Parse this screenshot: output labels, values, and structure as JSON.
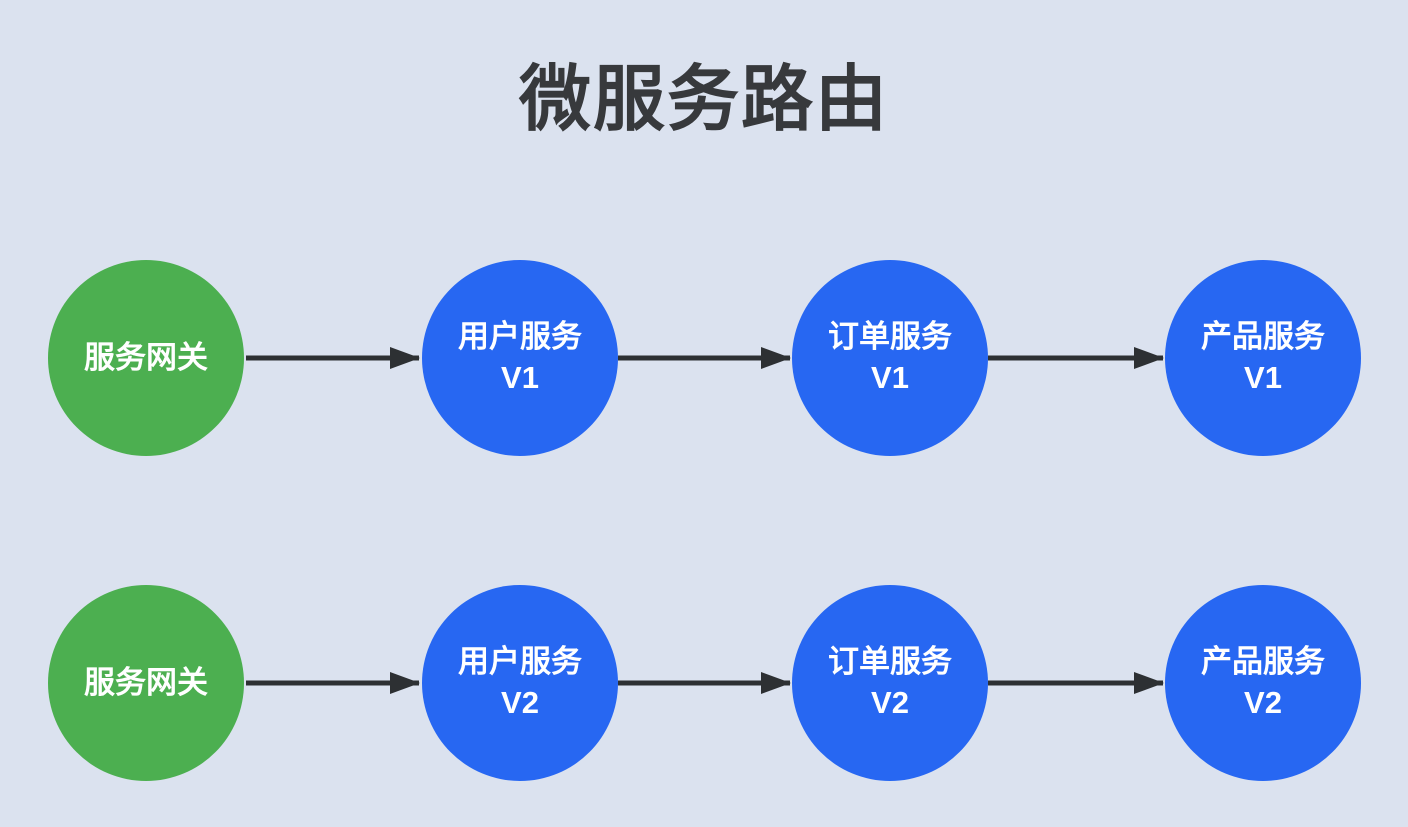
{
  "title": "微服务路由",
  "colors": {
    "background": "#dbe2ef",
    "gateway_green": "#4caf50",
    "service_blue": "#2767f2",
    "arrow_black": "#2d3033",
    "title_text": "#37393c",
    "node_text": "#ffffff"
  },
  "diagram": {
    "type": "flow",
    "rows": [
      {
        "name": "v1-route",
        "nodes": [
          {
            "label": "服务网关",
            "sublabel": "",
            "kind": "gateway"
          },
          {
            "label": "用户服务",
            "sublabel": "V1",
            "kind": "service"
          },
          {
            "label": "订单服务",
            "sublabel": "V1",
            "kind": "service"
          },
          {
            "label": "产品服务",
            "sublabel": "V1",
            "kind": "service"
          }
        ],
        "edges": [
          "服务网关 -> 用户服务 V1",
          "用户服务 V1 -> 订单服务 V1",
          "订单服务 V1 -> 产品服务 V1"
        ]
      },
      {
        "name": "v2-route",
        "nodes": [
          {
            "label": "服务网关",
            "sublabel": "",
            "kind": "gateway"
          },
          {
            "label": "用户服务",
            "sublabel": "V2",
            "kind": "service"
          },
          {
            "label": "订单服务",
            "sublabel": "V2",
            "kind": "service"
          },
          {
            "label": "产品服务",
            "sublabel": "V2",
            "kind": "service"
          }
        ],
        "edges": [
          "服务网关 -> 用户服务 V2",
          "用户服务 V2 -> 订单服务 V2",
          "订单服务 V2 -> 产品服务 V2"
        ]
      }
    ]
  }
}
